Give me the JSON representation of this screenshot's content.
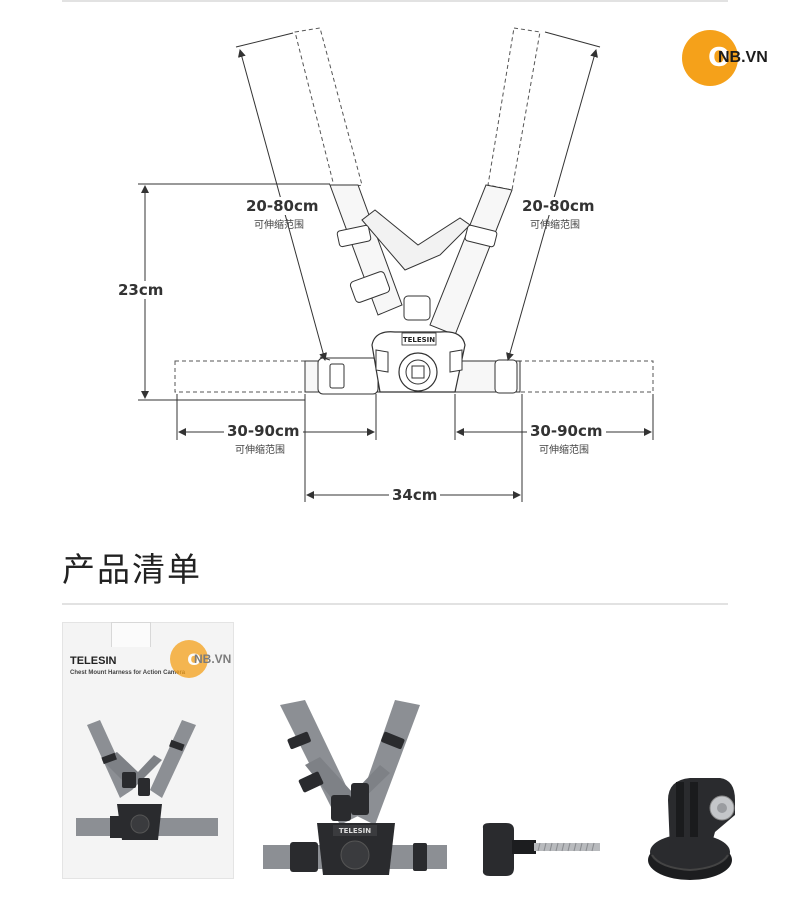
{
  "watermark": {
    "letter": "O",
    "text": "NB.VN"
  },
  "diagram": {
    "left_strap_range": "20-80cm",
    "left_strap_note": "可伸缩范围",
    "right_strap_range": "20-80cm",
    "right_strap_note": "可伸缩范围",
    "height": "23cm",
    "left_belt_range": "30-90cm",
    "left_belt_note": "可伸缩范围",
    "right_belt_range": "30-90cm",
    "right_belt_note": "可伸缩范围",
    "base_width": "34cm",
    "mount_brand": "TELESIN"
  },
  "section": {
    "title": "产品清单"
  },
  "package": {
    "brand": "TELESIN",
    "subtitle": "Chest Mount Harness for Action Camera",
    "watermark_letter": "O",
    "watermark_text": "NB.VN"
  },
  "items": {
    "harness_brand": "TELESIN"
  },
  "colors": {
    "accent": "#f5a11a",
    "strap": "#8c8f94",
    "dark": "#2a2b2e"
  }
}
